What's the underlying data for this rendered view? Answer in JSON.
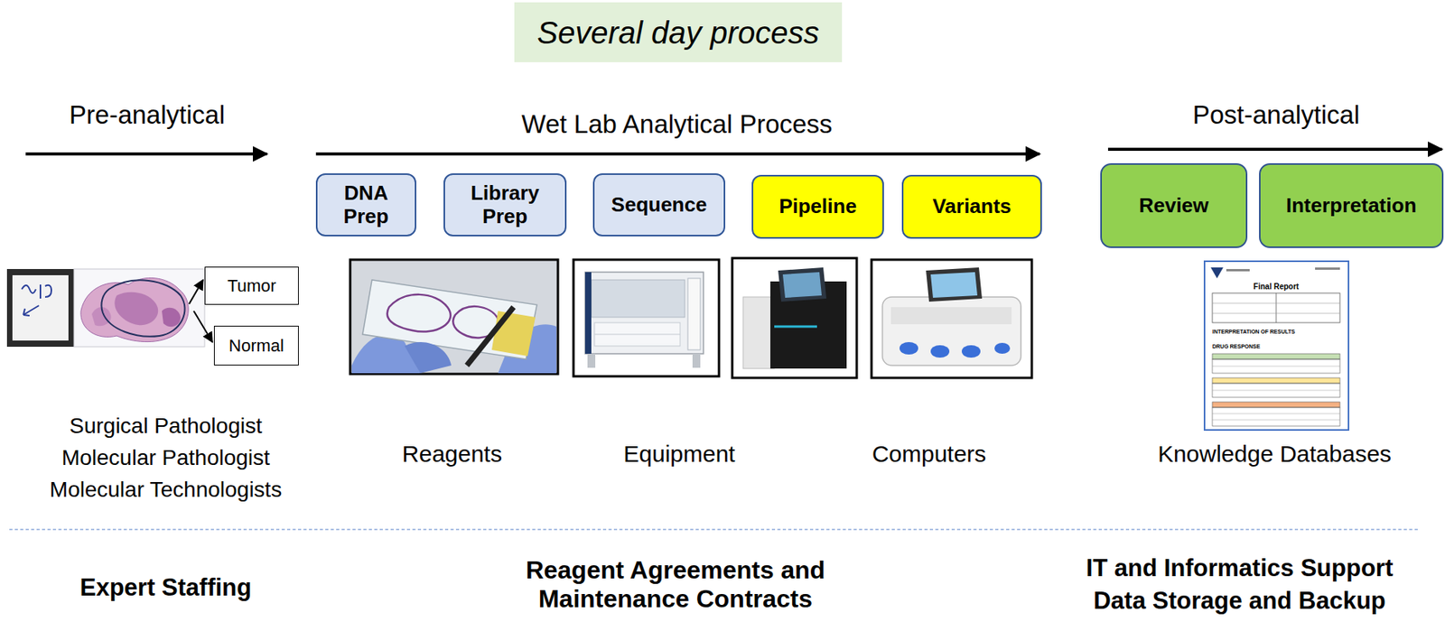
{
  "diagram": {
    "nodes": [
      {
        "text": [
          "Several day process"
        ]
      },
      {
        "text": [
          "DNA Prep"
        ]
      },
      {
        "text": [
          "Library Prep"
        ]
      },
      {
        "text": [
          "Sequence"
        ]
      },
      {
        "text": [
          "Pipeline"
        ]
      },
      {
        "text": [
          "Variants"
        ]
      },
      {
        "text": [
          "Review"
        ]
      },
      {
        "text": [
          "Interpretation"
        ]
      },
      {
        "text": [
          "Tumor"
        ]
      },
      {
        "text": [
          "Normal"
        ]
      }
    ],
    "labels": [
      "Pre-analytical",
      "Wet Lab Analytical Process",
      "Post-analytical",
      "Surgical Pathologist",
      "Molecular Pathologist",
      "Molecular Technologists",
      "Reagents",
      "Equipment",
      "Computers",
      "Final Report",
      "INTERPRETATION OF RESULTS",
      "DRUG RESPONSE",
      "Knowledge Databases",
      "Expert Staffing",
      "Reagent Agreements and Maintenance Contracts",
      "IT and Informatics Support",
      "Data Storage and Backup"
    ]
  }
}
